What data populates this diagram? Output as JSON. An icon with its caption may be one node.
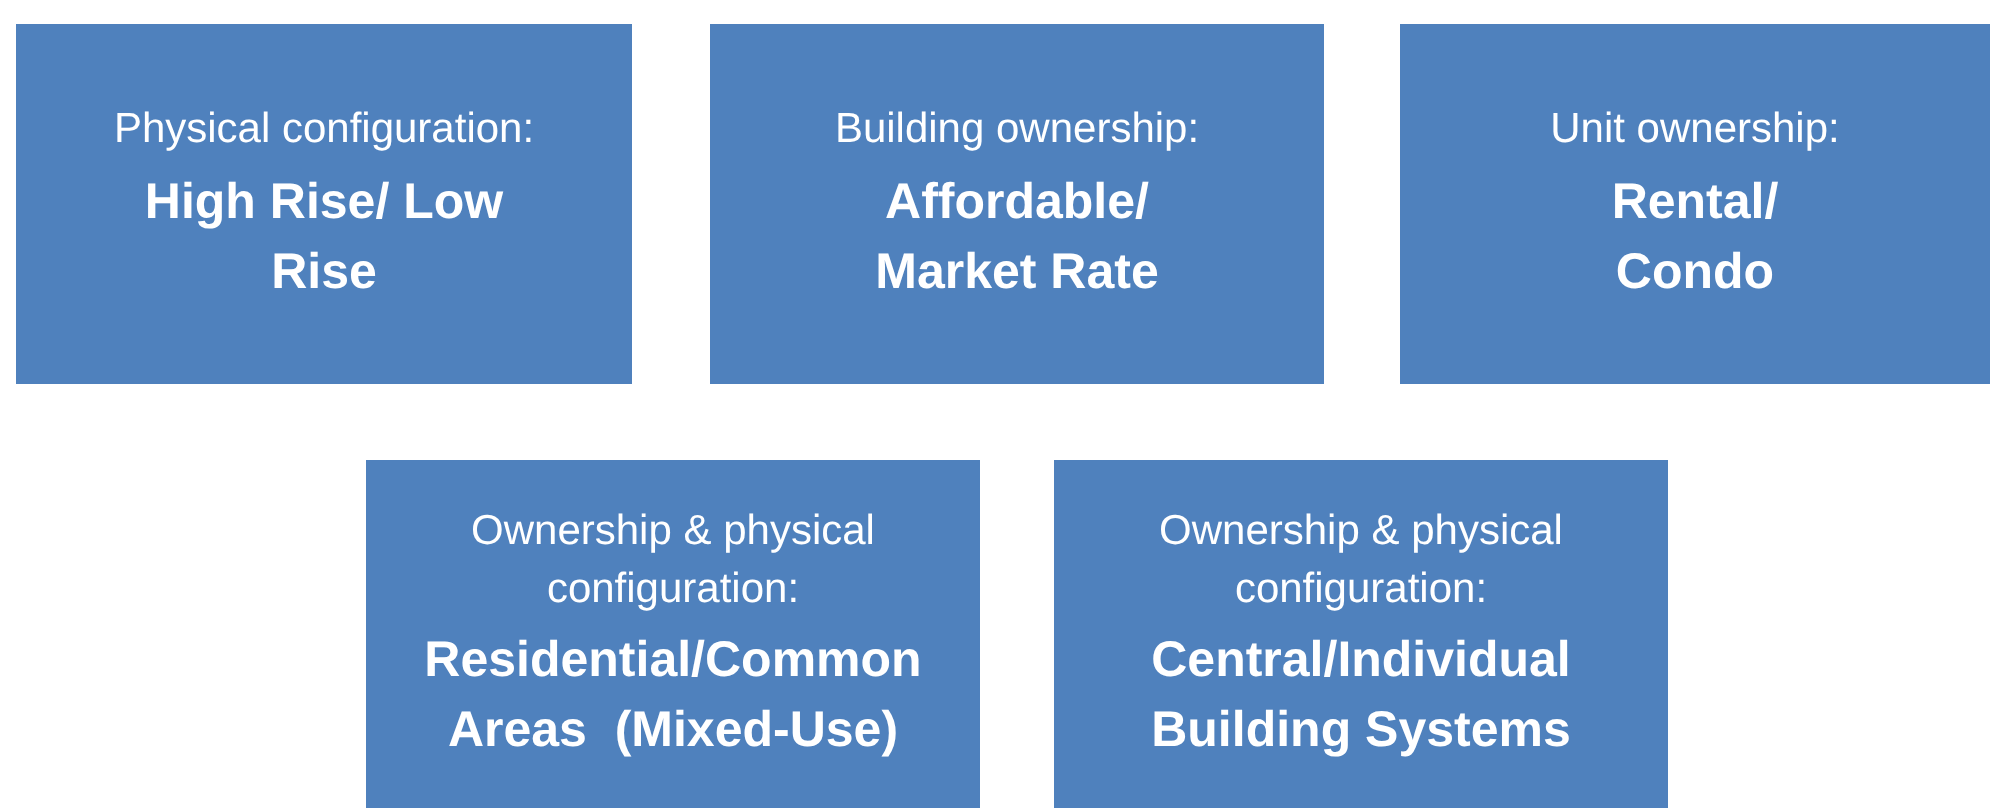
{
  "diagram": {
    "nodes": [
      {
        "text": [
          "Physical configuration:",
          "High Rise/ Low Rise"
        ]
      },
      {
        "text": [
          "Building ownership:",
          "Affordable/ Market Rate"
        ]
      },
      {
        "text": [
          "Unit ownership:",
          "Rental/ Condo"
        ]
      },
      {
        "text": [
          "Ownership & physical configuration:",
          "Residential/Common Areas  (Mixed-Use)"
        ]
      },
      {
        "text": [
          "Ownership & physical configuration:",
          "Central/Individual Building Systems"
        ]
      }
    ]
  }
}
